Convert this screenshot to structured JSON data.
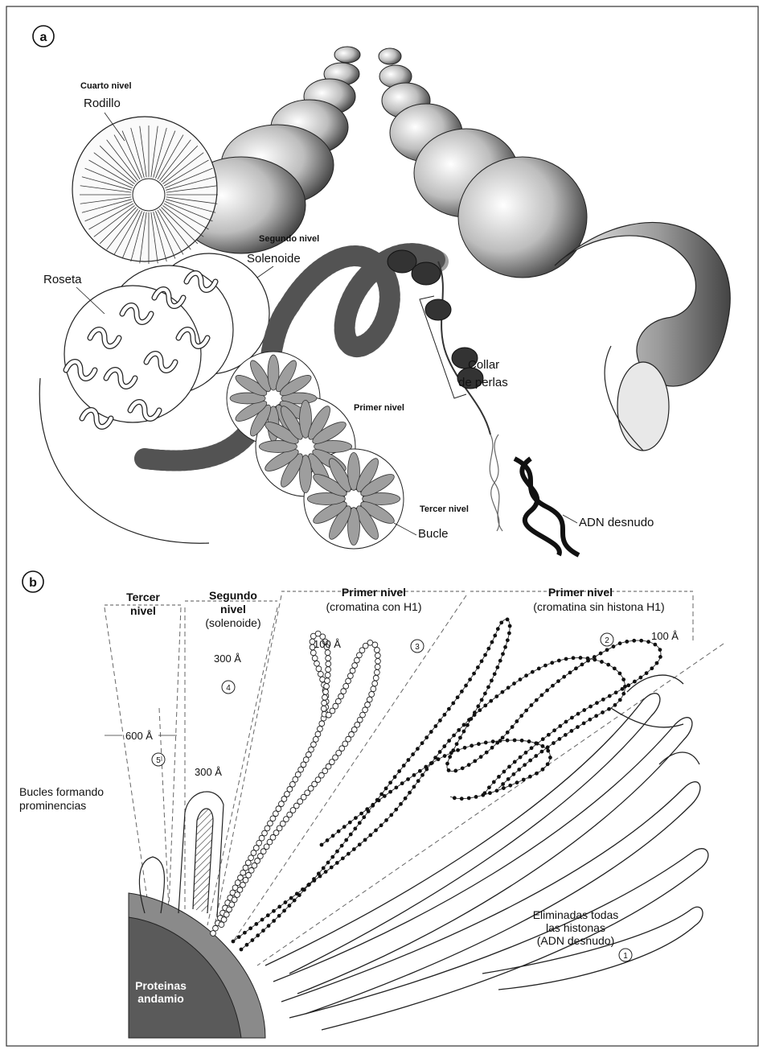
{
  "panel_a": {
    "letter": "a",
    "cuarto_nivel": "Cuarto nivel",
    "rodillo": "Rodillo",
    "segundo_nivel": "Segundo nivel",
    "solenoide": "Solenoide",
    "roseta": "Roseta",
    "collar_line1": "Collar",
    "collar_line2": "de perlas",
    "primer_nivel": "Primer nivel",
    "tercer_nivel": "Tercer nivel",
    "bucle": "Bucle",
    "adn_desnudo": "ADN desnudo"
  },
  "panel_b": {
    "letter": "b",
    "tercer_nivel_l1": "Tercer",
    "tercer_nivel_l2": "nivel",
    "segundo_nivel_l1": "Segundo",
    "segundo_nivel_l2": "nivel",
    "solenoide_paren": "(solenoide)",
    "primer_nivel_1": "Primer nivel",
    "cromatina_con": "(cromatina con H1)",
    "primer_nivel_2": "Primer nivel",
    "cromatina_sin": "(cromatina sin histona H1)",
    "dim_300_top": "300 Å",
    "dim_100_mid": "100 Å",
    "dim_100_right": "100 Å",
    "dim_600": "600 Å",
    "dim_300_loop": "300 Å",
    "num_1": "1",
    "num_2": "2",
    "num_3": "3",
    "num_4": "4",
    "num_5": "5",
    "bucles_l1": "Bucles formando",
    "bucles_l2": "prominencias",
    "eliminadas_l1": "Eliminadas todas",
    "eliminadas_l2": "las histonas",
    "eliminadas_l3": "(ADN desnudo)",
    "proteinas_l1": "Proteinas",
    "proteinas_l2": "andamio"
  }
}
